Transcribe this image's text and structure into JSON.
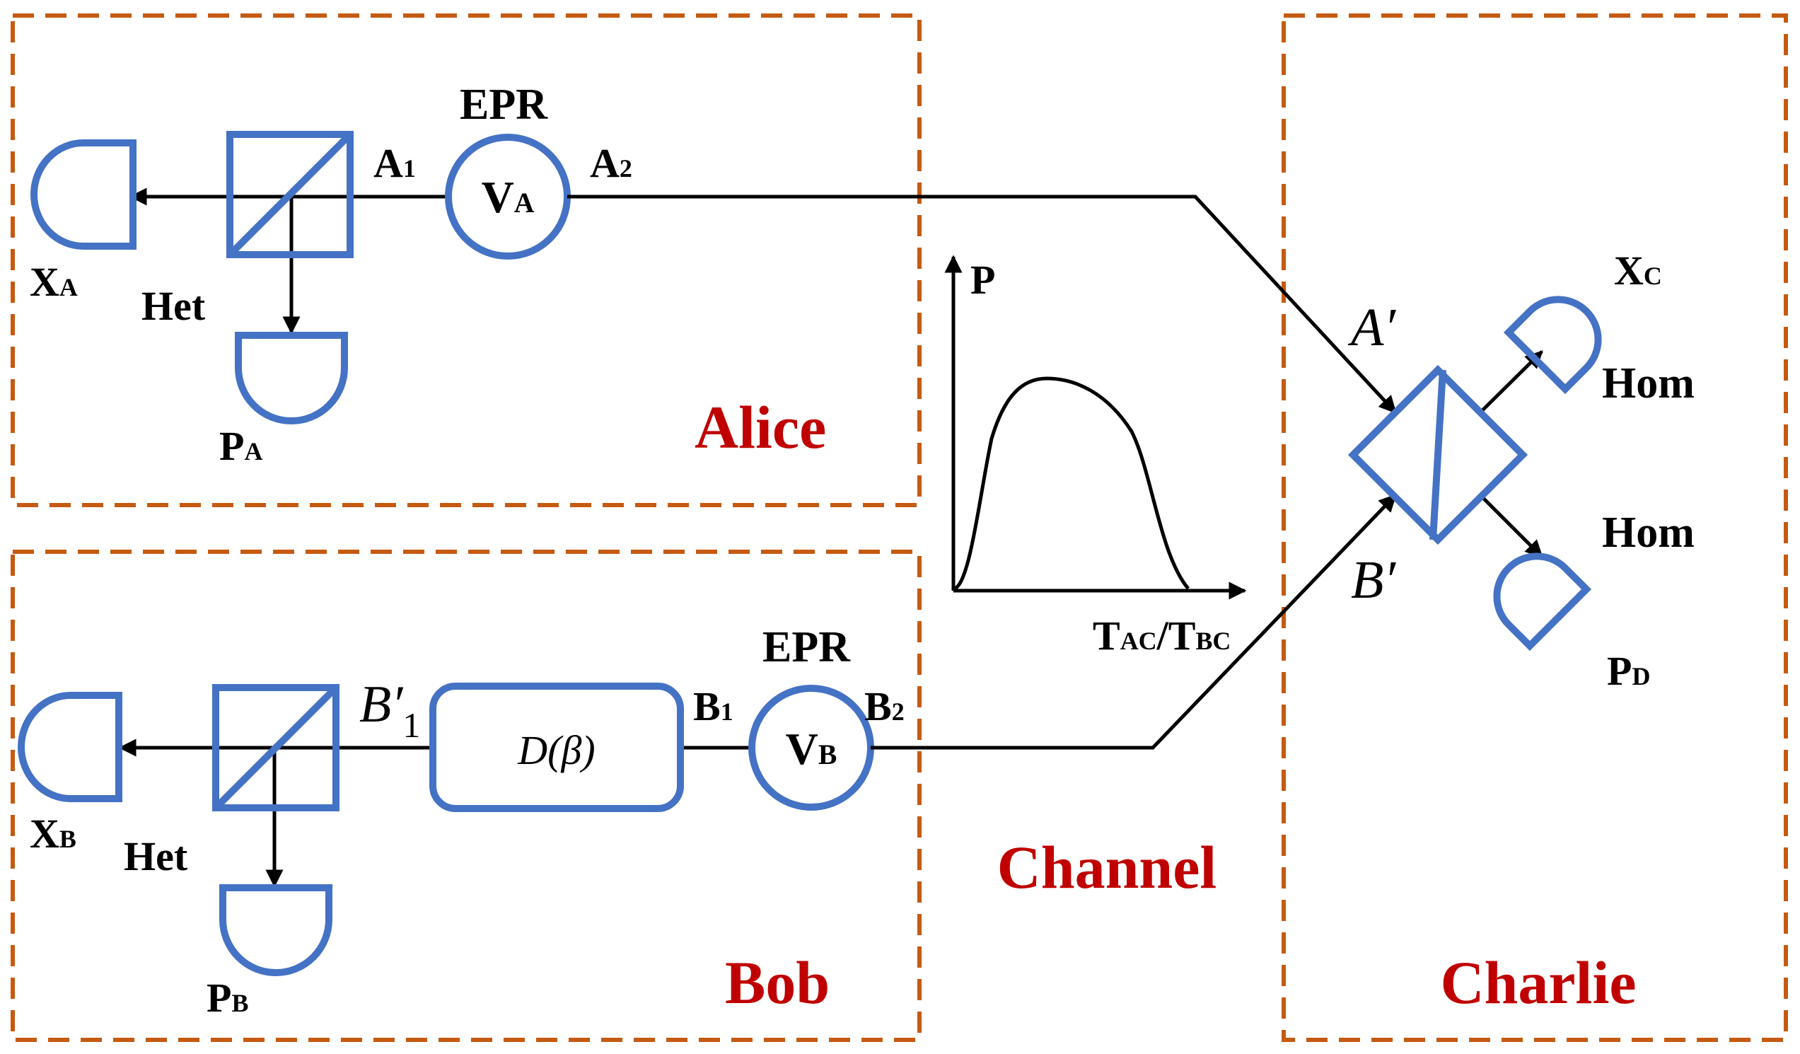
{
  "colors": {
    "region_border": "#C55A11",
    "region_label": "#C00000",
    "component": "#4472C4",
    "beam": "#000000"
  },
  "regions": {
    "alice": "Alice",
    "bob": "Bob",
    "channel": "Channel",
    "charlie": "Charlie"
  },
  "alice": {
    "epr": "EPR",
    "source": {
      "main": "V",
      "sub": "A"
    },
    "a1": {
      "main": "A",
      "sub": "1"
    },
    "a2": {
      "main": "A",
      "sub": "2"
    },
    "xa": {
      "main": "X",
      "sub": "A"
    },
    "pa": {
      "main": "P",
      "sub": "A"
    },
    "het": "Het"
  },
  "bob": {
    "epr": "EPR",
    "source": {
      "main": "V",
      "sub": "B"
    },
    "b1": {
      "main": "B",
      "sub": "1"
    },
    "b2": {
      "main": "B",
      "sub": "2"
    },
    "xb": {
      "main": "X",
      "sub": "B"
    },
    "pb": {
      "main": "P",
      "sub": "B"
    },
    "het": "Het",
    "b1prime": {
      "main": "B′",
      "sub": "1"
    },
    "displacement": "D(β)"
  },
  "channel_plot": {
    "y_label": "P",
    "x_label": {
      "t1": "T",
      "s1": "AC",
      "mid": "/T",
      "s2": "BC"
    }
  },
  "charlie": {
    "a_prime": "A′",
    "b_prime": "B′",
    "xc": {
      "main": "X",
      "sub": "C"
    },
    "pd": {
      "main": "P",
      "sub": "D"
    },
    "hom_top": "Hom",
    "hom_bottom": "Hom"
  }
}
